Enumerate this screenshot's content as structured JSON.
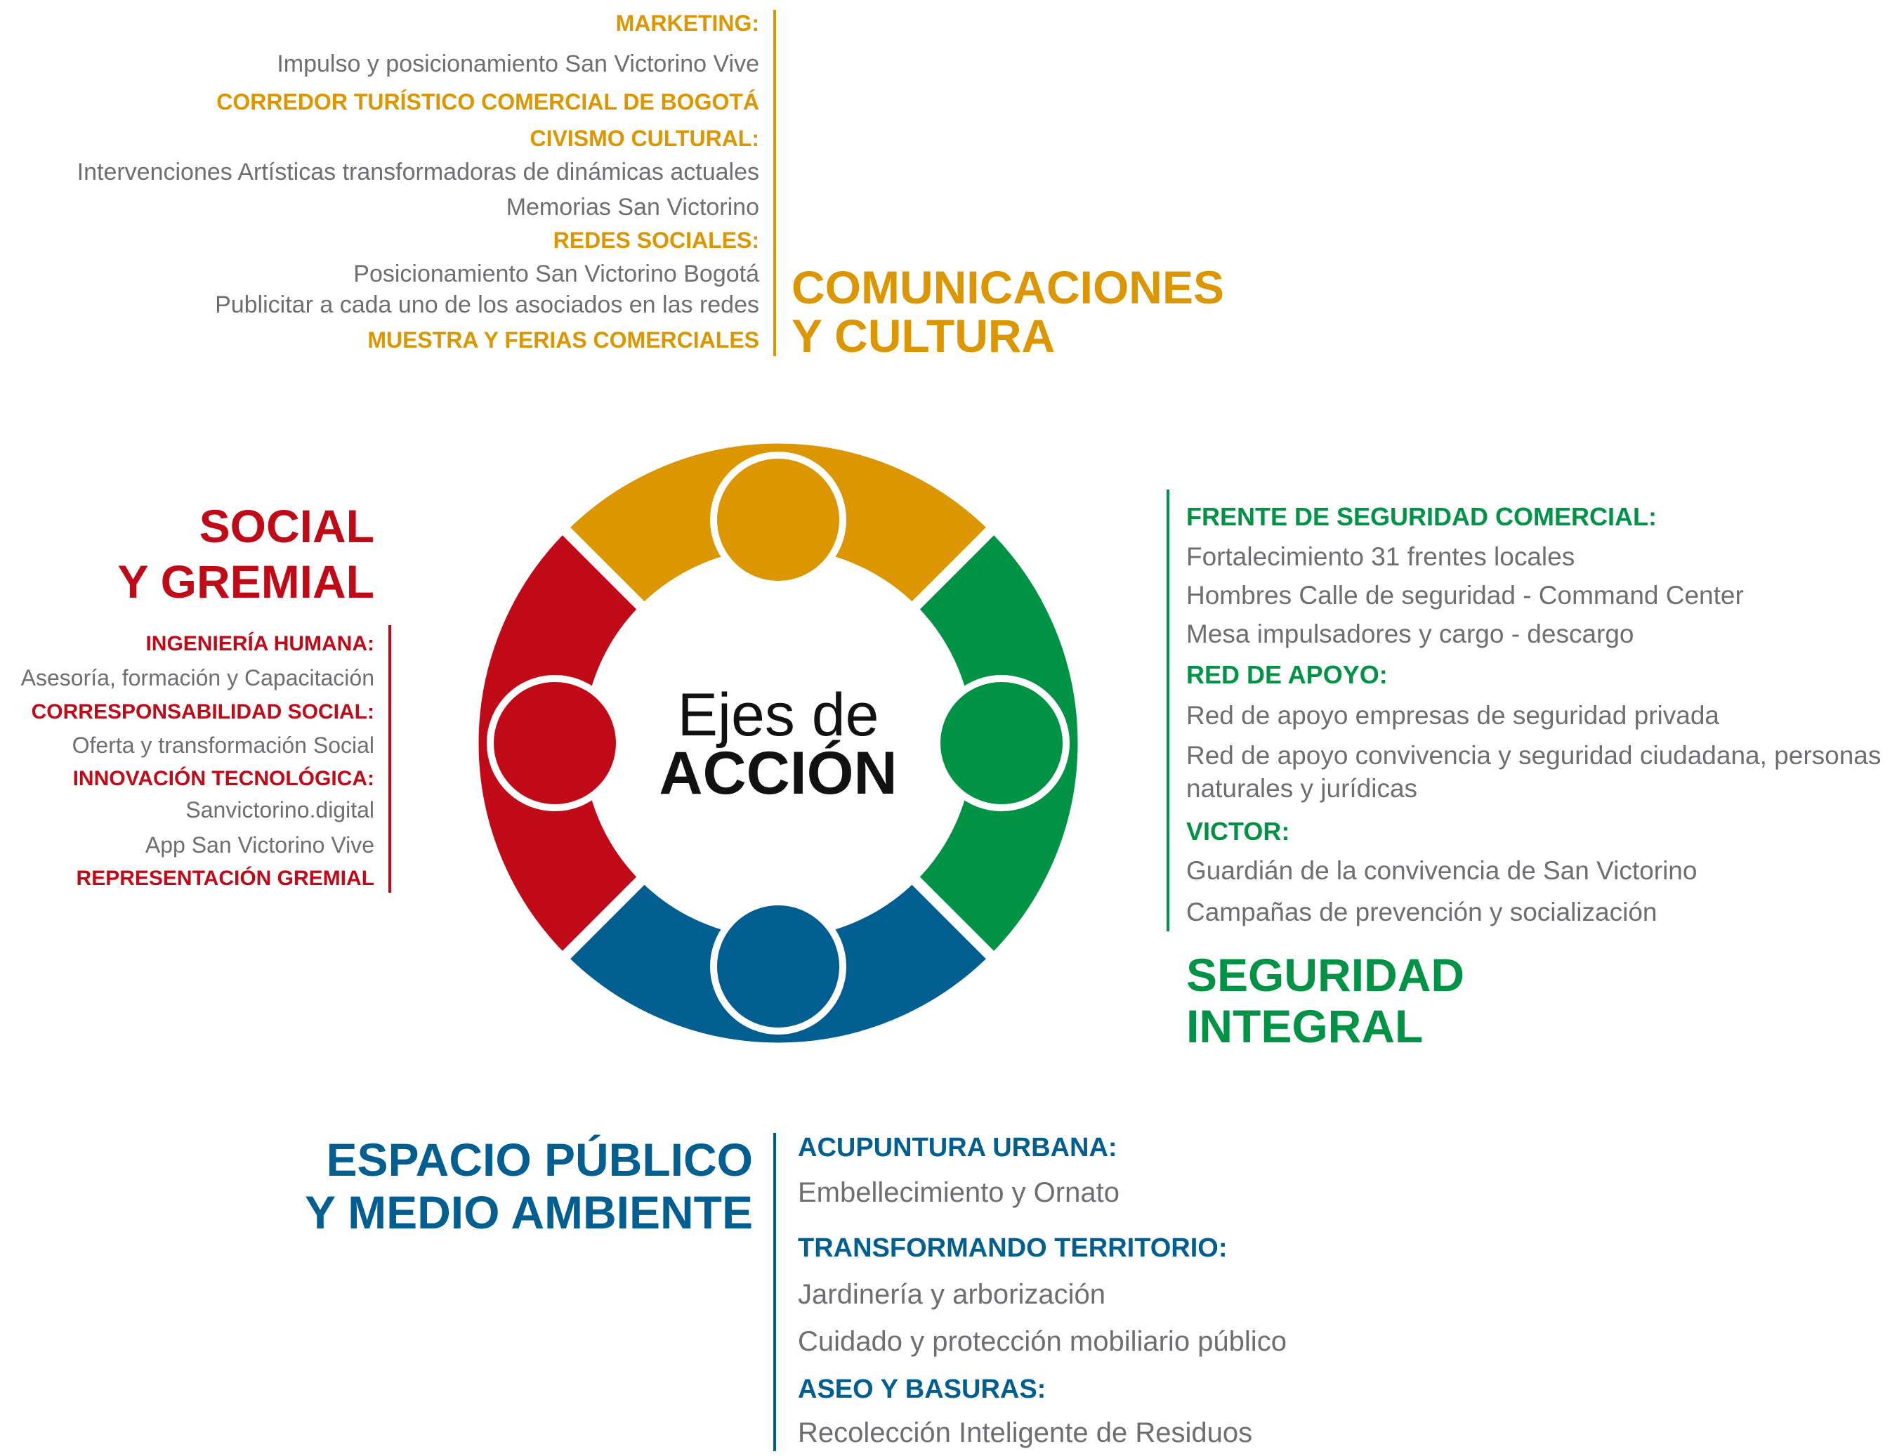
{
  "colors": {
    "comunicaciones": "#DB9600",
    "seguridad": "#009245",
    "espacio": "#005E91",
    "social": "#C00A18",
    "text": "#6d6e71"
  },
  "center": {
    "line1": "Ejes de",
    "line2": "ACCIÓN"
  },
  "comunicaciones": {
    "title1": "COMUNICACIONES",
    "title2": "Y CULTURA",
    "items": [
      {
        "text": "MARKETING:",
        "heading": true
      },
      {
        "text": "Impulso y posicionamiento San Victorino Vive",
        "heading": false
      },
      {
        "text": "CORREDOR TURÍSTICO COMERCIAL DE BOGOTÁ",
        "heading": true
      },
      {
        "text": "CIVISMO CULTURAL:",
        "heading": true
      },
      {
        "text": "Intervenciones Artísticas transformadoras de dinámicas actuales",
        "heading": false
      },
      {
        "text": "Memorias San Victorino",
        "heading": false
      },
      {
        "text": "REDES SOCIALES:",
        "heading": true
      },
      {
        "text": "Posicionamiento San Victorino Bogotá",
        "heading": false
      },
      {
        "text": "Publicitar a cada uno de los asociados en las redes",
        "heading": false
      },
      {
        "text": "MUESTRA Y FERIAS COMERCIALES",
        "heading": true
      }
    ]
  },
  "social": {
    "title1": "SOCIAL",
    "title2": "Y GREMIAL",
    "items": [
      {
        "text": "INGENIERÍA HUMANA:",
        "heading": true
      },
      {
        "text": "Asesoría, formación y Capacitación",
        "heading": false
      },
      {
        "text": "CORRESPONSABILIDAD SOCIAL:",
        "heading": true
      },
      {
        "text": "Oferta y transformación Social",
        "heading": false
      },
      {
        "text": "INNOVACIÓN TECNOLÓGICA:",
        "heading": true
      },
      {
        "text": "Sanvictorino.digital",
        "heading": false
      },
      {
        "text": "App San Victorino Vive",
        "heading": false
      },
      {
        "text": "REPRESENTACIÓN GREMIAL",
        "heading": true
      }
    ]
  },
  "seguridad": {
    "title1": "SEGURIDAD",
    "title2": "INTEGRAL",
    "items": [
      {
        "text": "FRENTE DE SEGURIDAD COMERCIAL:",
        "heading": true
      },
      {
        "text": "Fortalecimiento 31 frentes locales",
        "heading": false
      },
      {
        "text": "Hombres Calle de seguridad - Command Center",
        "heading": false
      },
      {
        "text": "Mesa  impulsadores  y cargo - descargo",
        "heading": false
      },
      {
        "text": "RED DE APOYO:",
        "heading": true
      },
      {
        "text": "Red de apoyo empresas de seguridad privada",
        "heading": false
      },
      {
        "text": "Red de apoyo convivencia y seguridad ciudadana, personas",
        "heading": false
      },
      {
        "text": "naturales y jurídicas",
        "heading": false
      },
      {
        "text": "VICTOR:",
        "heading": true
      },
      {
        "text": "Guardián de la convivencia de San Victorino",
        "heading": false
      },
      {
        "text": "Campañas de prevención y socialización",
        "heading": false
      }
    ]
  },
  "espacio": {
    "title1": "ESPACIO PÚBLICO",
    "title2": "Y MEDIO AMBIENTE",
    "items": [
      {
        "text": "ACUPUNTURA URBANA:",
        "heading": true
      },
      {
        "text": "Embellecimiento y Ornato",
        "heading": false
      },
      {
        "text": "TRANSFORMANDO TERRITORIO:",
        "heading": true
      },
      {
        "text": "Jardinería y arborización",
        "heading": false
      },
      {
        "text": "Cuidado y protección mobiliario público",
        "heading": false
      },
      {
        "text": "ASEO Y BASURAS:",
        "heading": true
      },
      {
        "text": "Recolección Inteligente de Residuos",
        "heading": false
      }
    ]
  }
}
